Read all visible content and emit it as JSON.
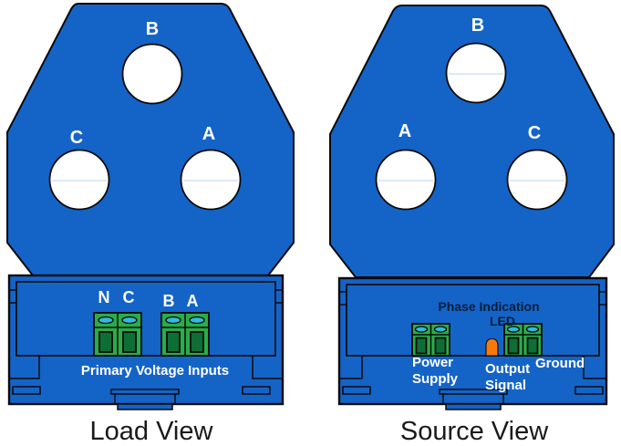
{
  "colors": {
    "body_blue": "#1464C8",
    "outline": "#0A0A0A",
    "terminal_green": "#2BAC4A",
    "terminal_slot": "#0E6E36",
    "screw_cyan": "#2FBADE",
    "led_orange": "#F9790E",
    "label_white": "#FFFFFF",
    "label_navy": "#081D3A",
    "caption_black": "#1A1A1A",
    "hole_line": "#CBDCEF"
  },
  "load_view": {
    "caption": "Load View",
    "holes": {
      "top": "B",
      "left": "C",
      "right": "A"
    },
    "terminal_labels": [
      "N",
      "C",
      "B",
      "A"
    ],
    "panel_label": "Primary Voltage Inputs"
  },
  "source_view": {
    "caption": "Source View",
    "holes": {
      "top": "B",
      "left": "A",
      "right": "C"
    },
    "led_title": [
      "Phase Indication",
      "LED"
    ],
    "power_label": [
      "Power",
      "Supply"
    ],
    "output_label": [
      "Output",
      "Signal"
    ],
    "ground_label": "Ground"
  }
}
